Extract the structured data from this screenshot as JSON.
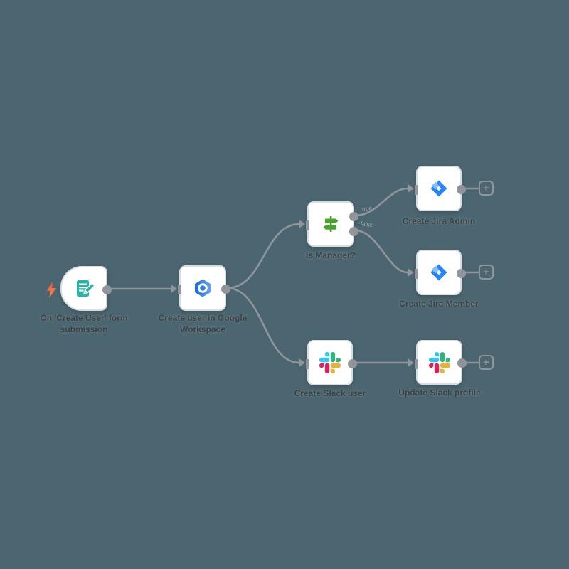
{
  "canvas": {
    "background_color": "#4b6670",
    "connector_color": "#8f959b",
    "node_border_color": "#d9dde3",
    "label_color": "#3c4147"
  },
  "workflow": {
    "nodes": [
      {
        "id": "form-trigger",
        "icon": "form-pencil-icon",
        "icon_color": "#26b5a4",
        "label_line1": "On 'Create User' form",
        "label_line2": "submission"
      },
      {
        "id": "google-workspace",
        "icon": "google-admin-hexagon-icon",
        "icon_color": "#2e7bea",
        "label_line1": "Create user in Google",
        "label_line2": "Workspace"
      },
      {
        "id": "if-branch",
        "icon": "signpost-icon",
        "icon_color": "#4ca12f",
        "label": "Is Manager?"
      },
      {
        "id": "jira-admin",
        "icon": "jira-icon",
        "icon_color": "#2684ff",
        "label": "Create Jira Admin"
      },
      {
        "id": "jira-member",
        "icon": "jira-icon",
        "icon_color": "#2684ff",
        "label": "Create Jira Member"
      },
      {
        "id": "slack-create",
        "icon": "slack-icon",
        "icon_colors": [
          "#36C5F0",
          "#2EB67D",
          "#ECB22E",
          "#E01E5A"
        ],
        "label": "Create Slack user"
      },
      {
        "id": "slack-update",
        "icon": "slack-icon",
        "icon_colors": [
          "#36C5F0",
          "#2EB67D",
          "#ECB22E",
          "#E01E5A"
        ],
        "label": "Update Slack profile"
      }
    ],
    "branch_outputs": {
      "true_label": "true",
      "false_label": "false"
    },
    "trigger_bolt_color": "#f4503e",
    "add_button_glyph": "+"
  }
}
